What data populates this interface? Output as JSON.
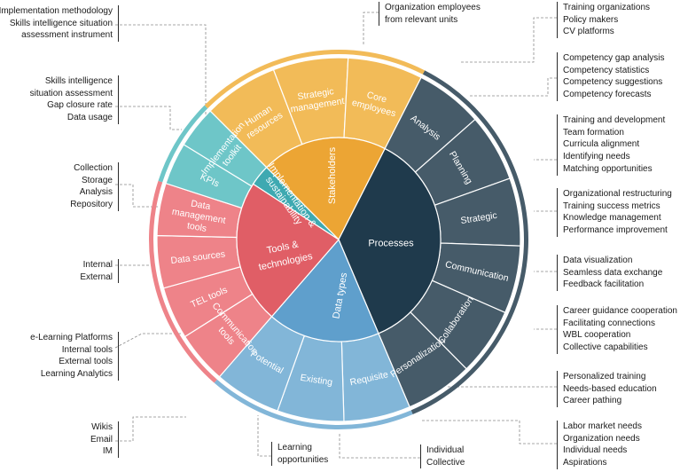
{
  "colors": {
    "processes": "#1f3a4c",
    "processes_ring": "#465b69",
    "stakeholders": "#eca534",
    "stakeholders_ring": "#f2bb58",
    "datatypes": "#5f9fcc",
    "datatypes_ring": "#82b6d8",
    "tools": "#e05e66",
    "tools_ring": "#ee8389",
    "impl": "#3ea9b1",
    "impl_ring": "#6ec6c8"
  },
  "center": {
    "processes": "Processes",
    "stakeholders": "Stakeholders",
    "datatypes": "Data types",
    "tools": [
      "Tools &",
      "technologies"
    ],
    "impl": [
      "Implementation &",
      "sustainability"
    ]
  },
  "ring": {
    "stakeholders": [
      {
        "lines": [
          "Human",
          "resources"
        ]
      },
      {
        "lines": [
          "Strategic",
          "management"
        ]
      },
      {
        "lines": [
          "Core",
          "employees"
        ]
      }
    ],
    "processes": [
      {
        "lines": [
          "Analysis"
        ]
      },
      {
        "lines": [
          "Planning"
        ]
      },
      {
        "lines": [
          "Strategic"
        ]
      },
      {
        "lines": [
          "Communication"
        ]
      },
      {
        "lines": [
          "Collaboration"
        ]
      },
      {
        "lines": [
          "Personalization"
        ]
      }
    ],
    "datatypes": [
      {
        "lines": [
          "Requisite"
        ]
      },
      {
        "lines": [
          "Existing"
        ]
      },
      {
        "lines": [
          "Potential"
        ]
      }
    ],
    "tools": [
      {
        "lines": [
          "Communication",
          "tools"
        ]
      },
      {
        "lines": [
          "TEL tools"
        ]
      },
      {
        "lines": [
          "Data sources"
        ]
      },
      {
        "lines": [
          "Data",
          "management",
          "tools"
        ]
      }
    ],
    "impl": [
      {
        "lines": [
          "KPIs"
        ]
      },
      {
        "lines": [
          "Implementation",
          "toolkit"
        ]
      }
    ]
  },
  "notes": {
    "impl_method": [
      "Implementation methodology",
      "Skills intelligence situation",
      "assessment instrument"
    ],
    "impl_kpi": [
      "Skills intelligence",
      "situation assessment",
      "Gap closure rate",
      "Data usage"
    ],
    "tools_dm": [
      "Collection",
      "Storage",
      "Analysis",
      "Repository"
    ],
    "tools_ds": [
      "Internal",
      "External"
    ],
    "tools_tel": [
      "e-Learning Platforms",
      "Internal tools",
      "External tools",
      "Learning Analytics"
    ],
    "tools_comm": [
      "Wikis",
      "Email",
      "IM"
    ],
    "dt_potential": [
      "Learning",
      "opportunities"
    ],
    "dt_existing": [
      "Individual",
      "Collective"
    ],
    "dt_requisite": [
      "Labor market needs",
      "Organization needs",
      "Individual needs",
      "Aspirations"
    ],
    "sh_employees": [
      "Organization employees",
      "from relevant units"
    ],
    "sh_orgs": [
      "Training organizations",
      "Policy makers",
      "CV platforms"
    ],
    "pr_analysis": [
      "Competency gap analysis",
      "Competency statistics",
      "Competency suggestions",
      "Competency forecasts"
    ],
    "pr_planning": [
      "Training and development",
      "Team formation",
      "Curricula alignment",
      "Identifying needs",
      "Matching opportunities"
    ],
    "pr_strategic": [
      "Organizational restructuring",
      "Training success metrics",
      "Knowledge management",
      "Performance improvement"
    ],
    "pr_comm": [
      "Data visualization",
      "Seamless data exchange",
      "Feedback facilitation"
    ],
    "pr_collab": [
      "Career guidance cooperation",
      "Facilitating connections",
      "WBL cooperation",
      "Collective capabilities"
    ],
    "pr_personal": [
      "Personalized training",
      "Needs-based education",
      "Career pathing"
    ]
  }
}
